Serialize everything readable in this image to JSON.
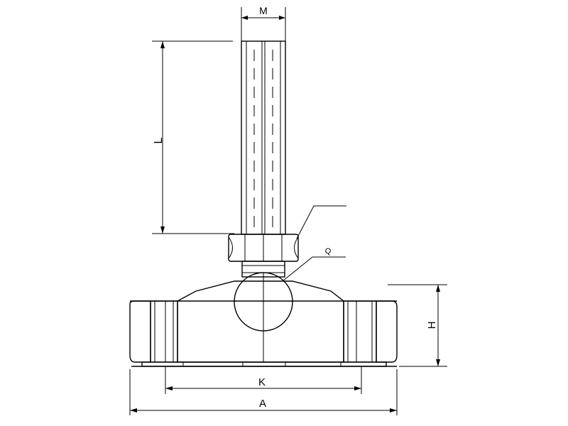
{
  "diagram": {
    "labels": {
      "M": "M",
      "L": "L",
      "Q": "Q",
      "H": "H",
      "K": "K",
      "A": "A"
    },
    "colors": {
      "line": "#000000",
      "background": "#ffffff",
      "hatch": "#000000"
    }
  }
}
